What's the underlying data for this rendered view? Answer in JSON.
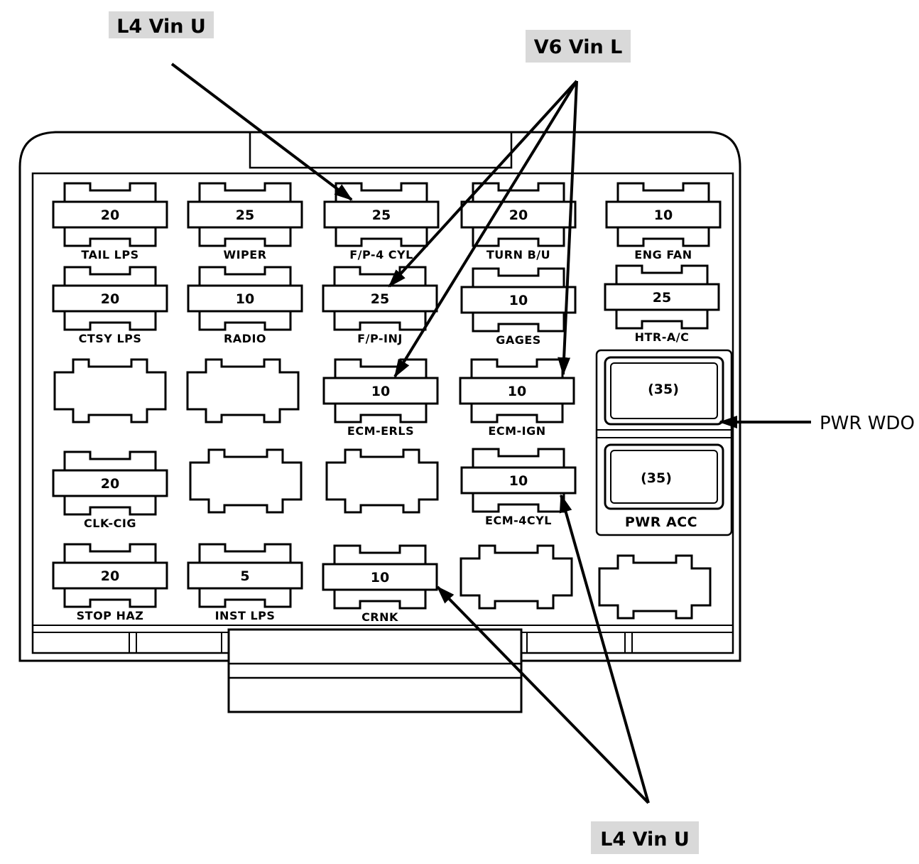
{
  "callouts": {
    "top_left": "L4 Vin U",
    "top_right": "V6 Vin L",
    "right": "PWR WDO",
    "bottom": "L4 Vin U"
  },
  "fuses": {
    "tail_lps": {
      "value": "20",
      "label": "TAIL LPS"
    },
    "wiper": {
      "value": "25",
      "label": "WIPER"
    },
    "fp_4cyl": {
      "value": "25",
      "label": "F/P-4 CYL"
    },
    "turn_bu": {
      "value": "20",
      "label": "TURN B/U"
    },
    "eng_fan": {
      "value": "10",
      "label": "ENG FAN"
    },
    "ctsy_lps": {
      "value": "20",
      "label": "CTSY LPS"
    },
    "radio": {
      "value": "10",
      "label": "RADIO"
    },
    "fp_inj": {
      "value": "25",
      "label": "F/P-INJ"
    },
    "gages": {
      "value": "10",
      "label": "GAGES"
    },
    "htr_ac": {
      "value": "25",
      "label": "HTR-A/C"
    },
    "ecm_erls": {
      "value": "10",
      "label": "ECM-ERLS"
    },
    "ecm_ign": {
      "value": "10",
      "label": "ECM-IGN"
    },
    "clk_cig": {
      "value": "20",
      "label": "CLK-CIG"
    },
    "ecm_4cyl": {
      "value": "10",
      "label": "ECM-4CYL"
    },
    "stop_haz": {
      "value": "20",
      "label": "STOP HAZ"
    },
    "inst_lps": {
      "value": "5",
      "label": "INST LPS"
    },
    "crnk": {
      "value": "10",
      "label": "CRNK"
    }
  },
  "breakers": {
    "pwr_wdo": {
      "value": "(35)"
    },
    "pwr_acc": {
      "value": "(35)",
      "label": "PWR ACC"
    }
  }
}
